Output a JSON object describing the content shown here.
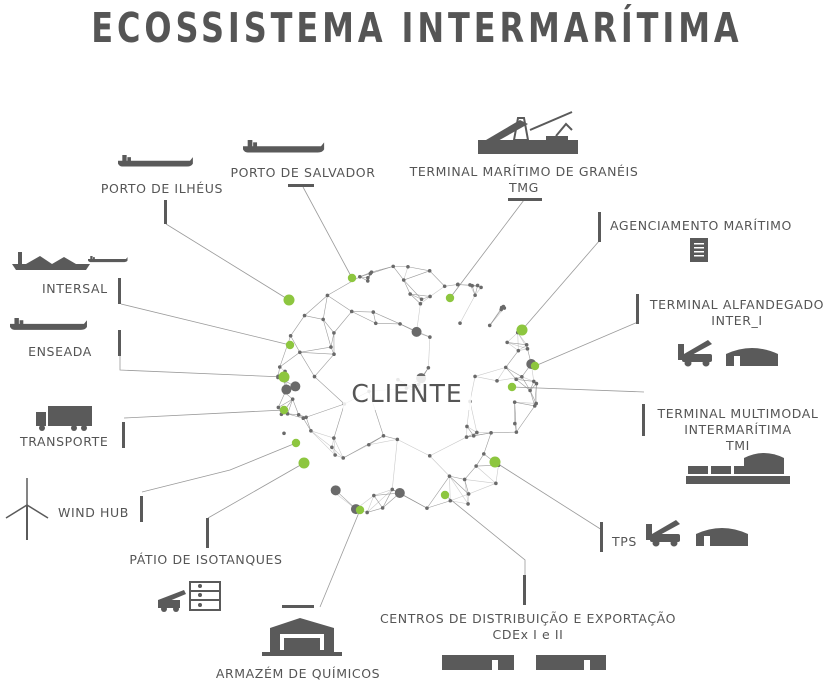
{
  "title": "ECOSSISTEMA INTERMARÍTIMA",
  "center": {
    "label": "CLIENTE"
  },
  "colors": {
    "text": "#555555",
    "accent": "#8dc63f",
    "line": "#9a9a9a",
    "icon": "#5a5a5a"
  },
  "nodes": [
    {
      "id": "porto-de-ilheus",
      "lines": [
        "PORTO DE ILHÉUS"
      ],
      "icon": "ship-icon"
    },
    {
      "id": "porto-de-salvador",
      "lines": [
        "PORTO DE SALVADOR"
      ],
      "icon": "ship-icon"
    },
    {
      "id": "tmg",
      "lines": [
        "TERMINAL MARÍTIMO DE GRANÉIS",
        "TMG"
      ],
      "icon": "bulk-terminal-icon"
    },
    {
      "id": "agenciamento",
      "lines": [
        "AGENCIAMENTO MARÍTIMO"
      ],
      "icon": "document-icon"
    },
    {
      "id": "inter-i",
      "lines": [
        "TERMINAL ALFANDEGADO",
        "INTER_I"
      ],
      "icon": "reach-stacker-warehouse-icon"
    },
    {
      "id": "tmi",
      "lines": [
        "TERMINAL MULTIMODAL",
        "INTERMARÍTIMA",
        "TMI"
      ],
      "icon": "train-warehouse-icon"
    },
    {
      "id": "tps",
      "lines": [
        "TPS"
      ],
      "icon": "reach-stacker-warehouse-icon"
    },
    {
      "id": "cdex",
      "lines": [
        "CENTROS DE DISTRIBUIÇÃO E EXPORTAÇÃO",
        "CDEx I e II"
      ],
      "icon": "distribution-center-icon"
    },
    {
      "id": "armazem",
      "lines": [
        "ARMAZÉM DE QUÍMICOS"
      ],
      "icon": "warehouse-icon"
    },
    {
      "id": "isotanques",
      "lines": [
        "PÁTIO DE ISOTANQUES"
      ],
      "icon": "isotank-yard-icon"
    },
    {
      "id": "wind-hub",
      "lines": [
        "WIND HUB"
      ],
      "icon": "wind-turbine-icon"
    },
    {
      "id": "transporte",
      "lines": [
        "TRANSPORTE"
      ],
      "icon": "truck-icon"
    },
    {
      "id": "enseada",
      "lines": [
        "ENSEADA"
      ],
      "icon": "ship-icon"
    },
    {
      "id": "intersal",
      "lines": [
        "INTERSAL"
      ],
      "icon": "salt-ship-icon"
    }
  ]
}
